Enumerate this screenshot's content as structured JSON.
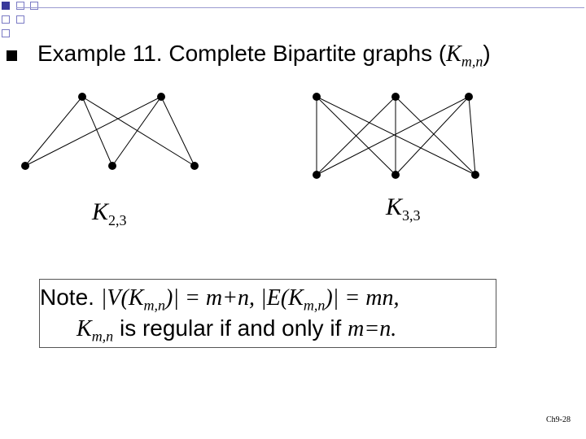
{
  "slide": {
    "bullet_text_prefix": "Example 11. Complete Bipartite graphs (",
    "bullet_var": "K",
    "bullet_sub": "m,n",
    "bullet_suffix": ")",
    "graph1": {
      "label_base": "K",
      "label_sub": "2,3"
    },
    "graph2": {
      "label_base": "K",
      "label_sub": "3,3"
    },
    "note": {
      "l1_prefix": "Note. ",
      "l1_math": "|V(K",
      "l1_sub1": "m,n",
      "l1_math2": ")| = m+n, |E(K",
      "l1_sub2": "m,n",
      "l1_math3": ")| = mn,",
      "l2_var": "K",
      "l2_sub": "m,n",
      "l2_text": " is regular if and only if ",
      "l2_math": "m=n."
    },
    "footer": "Ch9-28"
  },
  "colors": {
    "accent": "#3a3a9a",
    "accent_light": "#7a7ac4"
  }
}
